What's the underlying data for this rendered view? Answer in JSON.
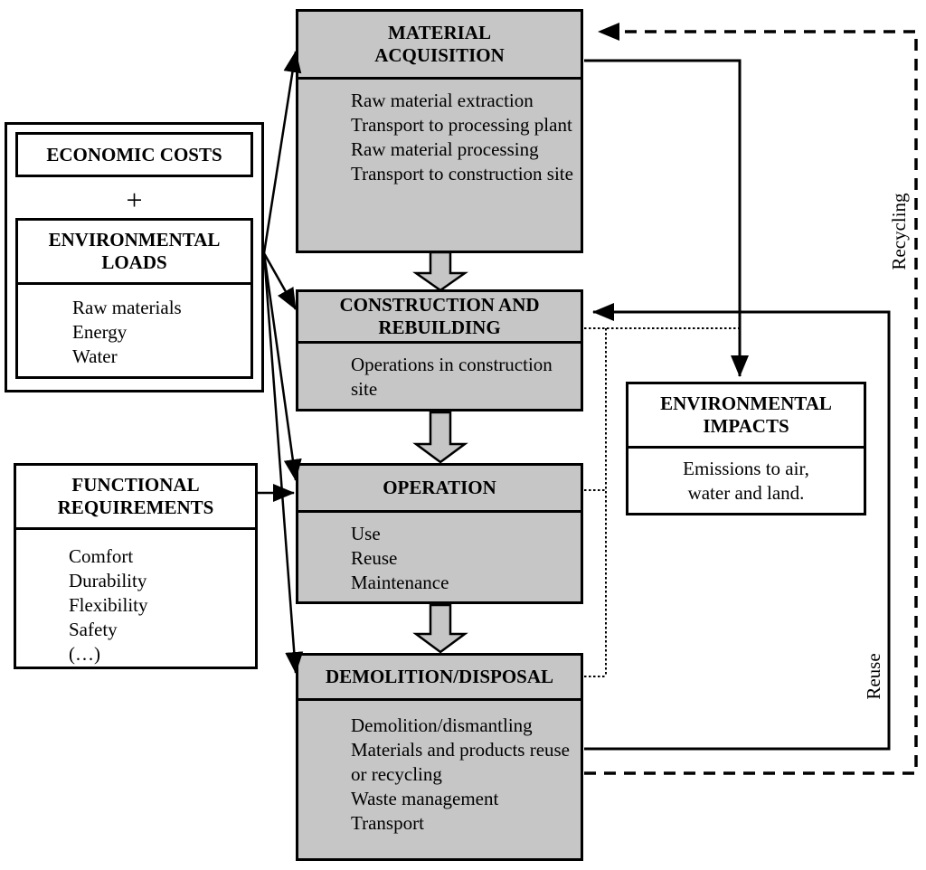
{
  "colors": {
    "stage_fill": "#c6c6c6",
    "line": "#000000",
    "background": "#ffffff"
  },
  "left_panel": {
    "economic_costs_label": "ECONOMIC COSTS",
    "plus_sign": "+",
    "environmental_loads": {
      "title": "ENVIRONMENTAL LOADS",
      "items": [
        "Raw materials",
        "Energy",
        "Water"
      ]
    }
  },
  "functional_requirements": {
    "title": "FUNCTIONAL REQUIREMENTS",
    "items": [
      "Comfort",
      "Durability",
      "Flexibility",
      "Safety",
      "(…)"
    ]
  },
  "stages": [
    {
      "title": "MATERIAL ACQUISITION",
      "items": [
        "Raw material extraction",
        "Transport to processing plant",
        "Raw material processing",
        "Transport to construction site"
      ]
    },
    {
      "title": "CONSTRUCTION AND REBUILDING",
      "items": [
        "Operations in construction site"
      ]
    },
    {
      "title": "OPERATION",
      "items": [
        "Use",
        "Reuse",
        "Maintenance"
      ]
    },
    {
      "title": "DEMOLITION/DISPOSAL",
      "items": [
        "Demolition/dismantling",
        "Materials and products reuse or recycling",
        "Waste management",
        "Transport"
      ]
    }
  ],
  "environmental_impacts": {
    "title": "ENVIRONMENTAL IMPACTS",
    "body": "Emissions to air, water and land."
  },
  "flow_labels": {
    "recycling": "Recycling",
    "reuse": "Reuse"
  }
}
